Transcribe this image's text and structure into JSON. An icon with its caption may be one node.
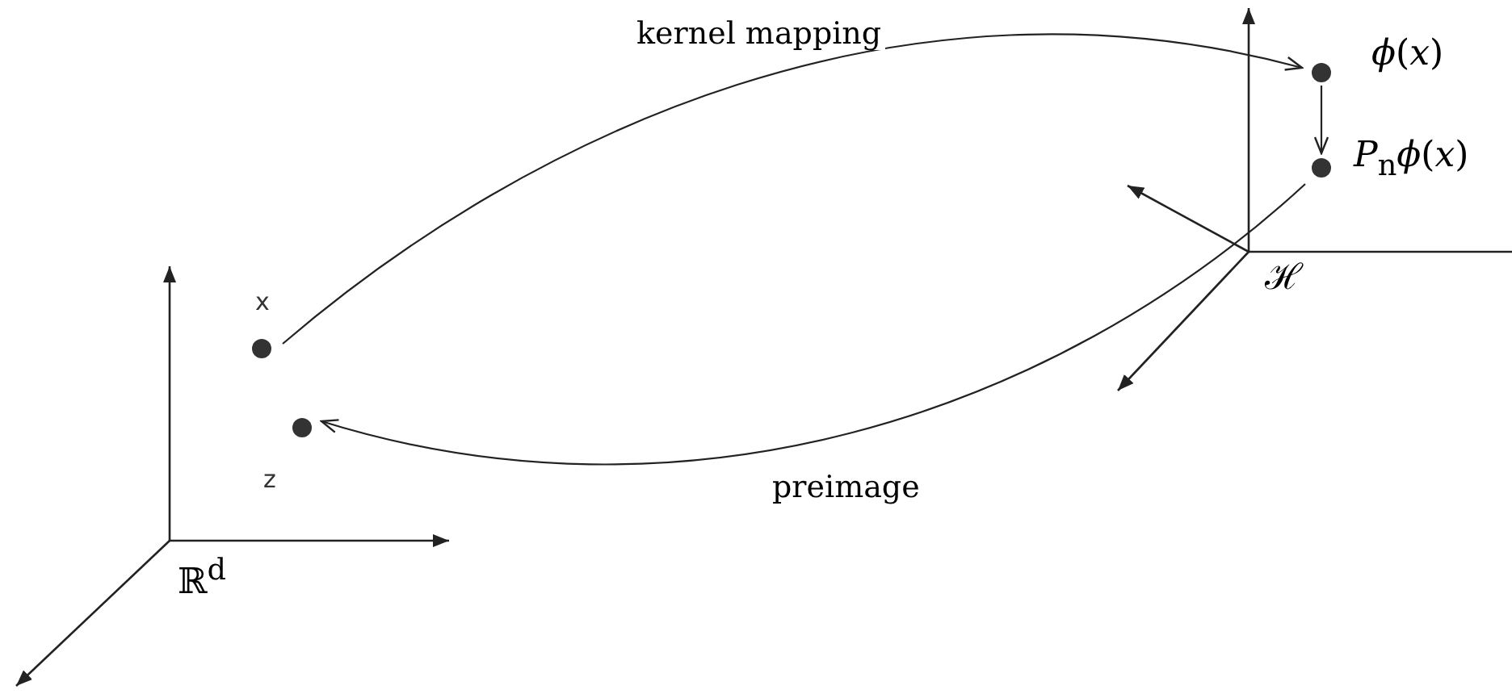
{
  "diagram": {
    "nodes": [
      {
        "text": [],
        "shape": "circle",
        "beside": [
          "x"
        ]
      },
      {
        "text": [],
        "shape": "circle",
        "beside": [
          "z"
        ]
      },
      {
        "text": [],
        "shape": "circle",
        "beside": [
          "*ϕ*(*x*)"
        ]
      },
      {
        "text": [],
        "shape": "circle",
        "beside": [
          "*P*$_{n}$*ϕ*(*x*)"
        ]
      }
    ],
    "edges": [
      {
        "from": 0,
        "to": 2,
        "arrow": "to",
        "label": "kernel mapping"
      },
      {
        "from": 2,
        "to": 3,
        "arrow": "to"
      },
      {
        "from": 3,
        "to": 1,
        "arrow": "to",
        "label": "preimage"
      }
    ],
    "labels": [
      "ℝ$^{d}$",
      "ℋ"
    ]
  }
}
